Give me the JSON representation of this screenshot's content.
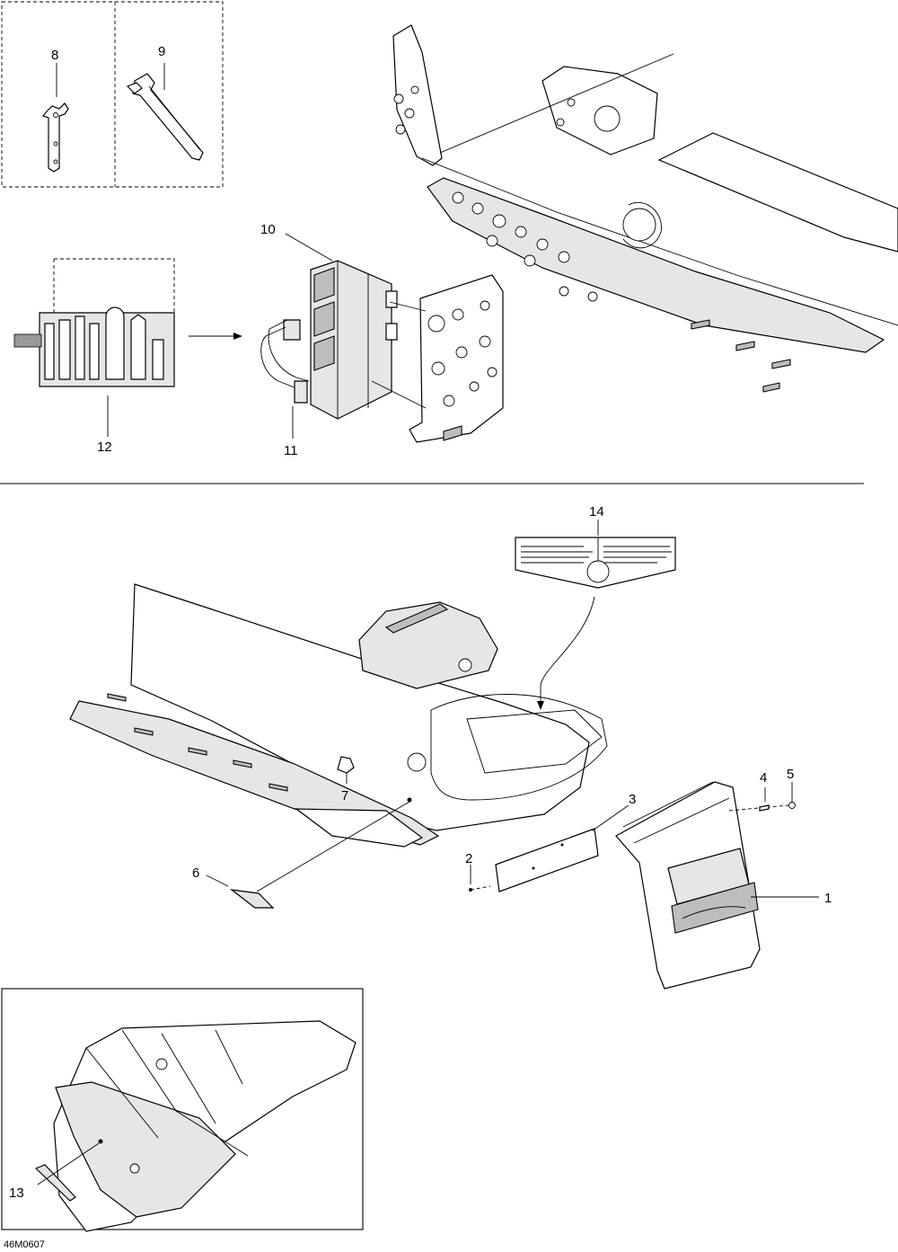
{
  "callouts": {
    "c1": "1",
    "c2": "2",
    "c3": "3",
    "c4": "4",
    "c5": "5",
    "c6": "6",
    "c7": "7",
    "c8": "8",
    "c9": "9",
    "c10": "10",
    "c11": "11",
    "c12": "12",
    "c13": "13",
    "c14": "14"
  },
  "drawing_code": "46M0607",
  "parts_icon_names": {
    "wrench_8": "wrench-icon",
    "wrench_9": "spanner-icon",
    "toolkit_12": "toolkit-icon"
  }
}
